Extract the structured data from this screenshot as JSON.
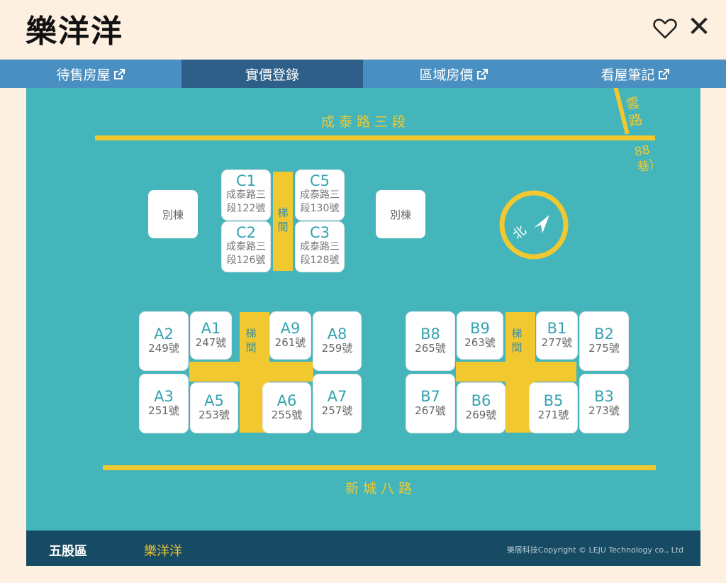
{
  "header": {
    "title": "樂洋洋",
    "heart_icon": "heart-outline-icon",
    "close_icon": "close-icon",
    "close_glyph": "✕"
  },
  "tabs": [
    {
      "label": "待售房屋",
      "external": true,
      "active": false
    },
    {
      "label": "實價登錄",
      "external": false,
      "active": true
    },
    {
      "label": "區域房價",
      "external": true,
      "active": false
    },
    {
      "label": "看屋筆記",
      "external": true,
      "active": false
    }
  ],
  "map": {
    "roads": {
      "top": "成泰路三段",
      "bottom": "新城八路",
      "right_partial": "雲路",
      "right_lane": "88巷）"
    },
    "compass_label": "北",
    "stair_label": "梯間",
    "annex_label": "別棟",
    "units": {
      "C1": {
        "code": "C1",
        "addr1": "成泰路三",
        "addr2": "段122號"
      },
      "C5": {
        "code": "C5",
        "addr1": "成泰路三",
        "addr2": "段130號"
      },
      "C2": {
        "code": "C2",
        "addr1": "成泰路三",
        "addr2": "段126號"
      },
      "C3": {
        "code": "C3",
        "addr1": "成泰路三",
        "addr2": "段128號"
      },
      "A2": {
        "code": "A2",
        "num": "249號"
      },
      "A1": {
        "code": "A1",
        "num": "247號"
      },
      "A9": {
        "code": "A9",
        "num": "261號"
      },
      "A8": {
        "code": "A8",
        "num": "259號"
      },
      "A3": {
        "code": "A3",
        "num": "251號"
      },
      "A5": {
        "code": "A5",
        "num": "253號"
      },
      "A6": {
        "code": "A6",
        "num": "255號"
      },
      "A7": {
        "code": "A7",
        "num": "257號"
      },
      "B8": {
        "code": "B8",
        "num": "265號"
      },
      "B9": {
        "code": "B9",
        "num": "263號"
      },
      "B1": {
        "code": "B1",
        "num": "277號"
      },
      "B2": {
        "code": "B2",
        "num": "275號"
      },
      "B7": {
        "code": "B7",
        "num": "267號"
      },
      "B6": {
        "code": "B6",
        "num": "269號"
      },
      "B5": {
        "code": "B5",
        "num": "271號"
      },
      "B3": {
        "code": "B3",
        "num": "273號"
      }
    }
  },
  "footer": {
    "district": "五股區",
    "community": "樂洋洋",
    "copyright": "樂居科技Copyright © LEJU Technology co., Ltd"
  },
  "colors": {
    "map_bg": "#44b5bb",
    "road": "#f2c830",
    "tab_bar": "#4a8fc2",
    "tab_active": "#2e5f88",
    "footer": "#174a63",
    "page_bg": "#fdf0e0"
  }
}
